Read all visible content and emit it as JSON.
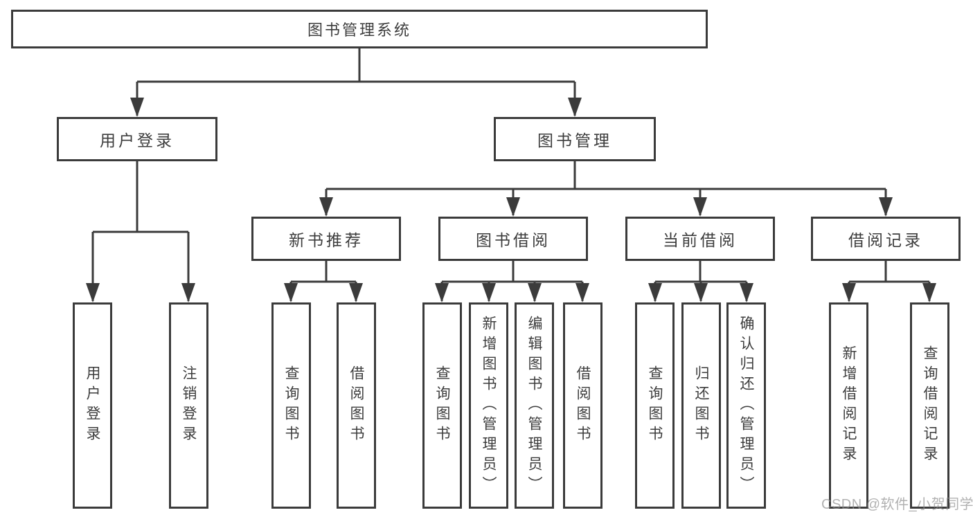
{
  "tree": {
    "root": {
      "label": "图书管理系统"
    },
    "branches": [
      {
        "label": "用户登录",
        "children": [
          {
            "label": "用户登录"
          },
          {
            "label": "注销登录"
          }
        ]
      },
      {
        "label": "图书管理",
        "children": [
          {
            "label": "新书推荐",
            "children": [
              {
                "label": "查询图书"
              },
              {
                "label": "借阅图书"
              }
            ]
          },
          {
            "label": "图书借阅",
            "children": [
              {
                "label": "查询图书"
              },
              {
                "label": "新增图书（管理员）"
              },
              {
                "label": "编辑图书（管理员）"
              },
              {
                "label": "借阅图书"
              }
            ]
          },
          {
            "label": "当前借阅",
            "children": [
              {
                "label": "查询图书"
              },
              {
                "label": "归还图书"
              },
              {
                "label": "确认归还（管理员）"
              }
            ]
          },
          {
            "label": "借阅记录",
            "children": [
              {
                "label": "新增借阅记录"
              },
              {
                "label": "查询借阅记录"
              }
            ]
          }
        ]
      }
    ]
  },
  "watermark": {
    "text": "CSDN @软件_小贺同学"
  },
  "colors": {
    "line": "#3b3b3b",
    "text": "#3c3c3c",
    "background": "#ffffff",
    "watermark": "#8c8c8c"
  }
}
